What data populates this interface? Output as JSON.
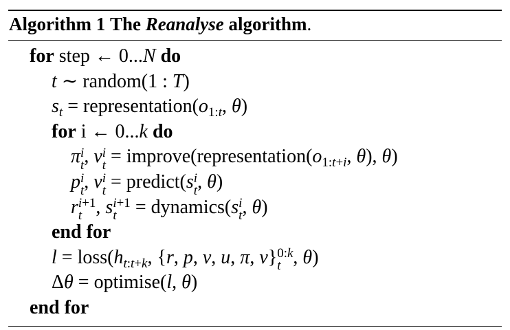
{
  "algorithm": {
    "caption": {
      "label": "Algorithm 1",
      "the": "The",
      "name": "Reanalyse",
      "suffix": "algorithm",
      "period": "."
    },
    "keywords": {
      "for": "for",
      "do": "do",
      "end_for": "end for"
    },
    "lines": [
      "for step ← 0...N do",
      "t ∼ random(1 : T)",
      "s_t = representation(o_{1:t}, θ)",
      "for i ← 0...k do",
      "π_t^i, ν_t^i = improve(representation(o_{1:t+i}, θ), θ)",
      "p_t^i, v_t^i = predict(s_t^i, θ)",
      "r_t^{i+1}, s_t^{i+1} = dynamics(s_t^i, θ)",
      "end for",
      "l = loss(h_{t:t+k}, {r, p, v, u, π, ν}_t^{0:k}, θ)",
      "Δθ = optimise(l, θ)",
      "end for"
    ],
    "functions": {
      "random": "random",
      "representation": "representation",
      "improve": "improve",
      "predict": "predict",
      "dynamics": "dynamics",
      "loss": "loss",
      "optimise": "optimise"
    },
    "tokens": {
      "step": "step",
      "i": "i"
    }
  }
}
